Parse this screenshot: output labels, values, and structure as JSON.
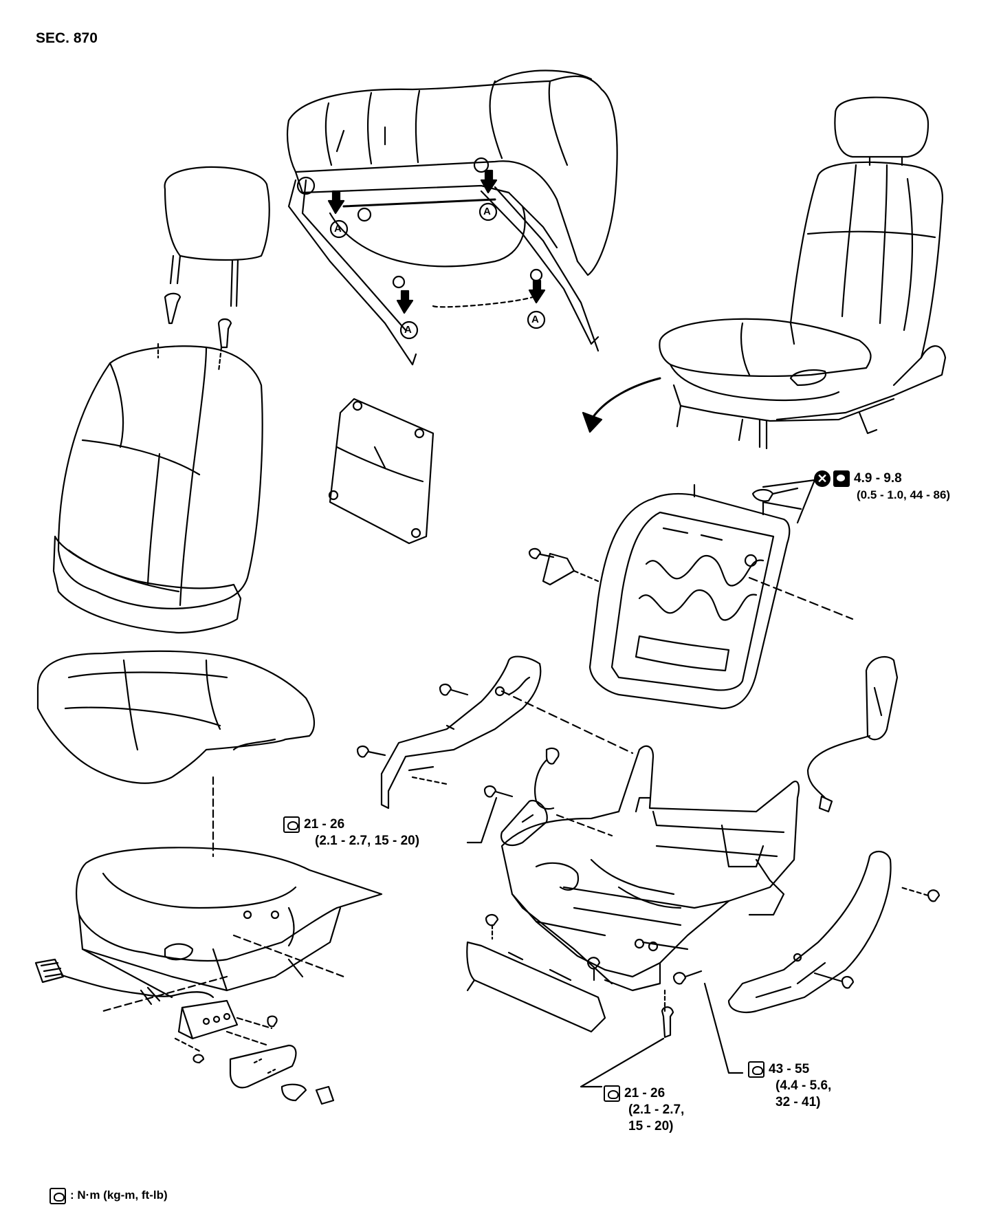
{
  "section": "SEC. 870",
  "callout_letter": "A",
  "torque_labels": {
    "nut": {
      "line1": "4.9 - 9.8",
      "line2": "(0.5 - 1.0, 44 - 86)"
    },
    "cushion_bolt": {
      "line1": "21 - 26",
      "line2": "(2.1 - 2.7, 15 - 20)"
    },
    "recliner_bolt": {
      "line1": "43 - 55",
      "line2": "(4.4 - 5.6,",
      "line3": "32 - 41)"
    },
    "rail_bolt": {
      "line1": "21 - 26",
      "line2": "(2.1 - 2.7,",
      "line3": "15 - 20)"
    }
  },
  "legend": {
    "text": ": N·m (kg-m, ft-lb)"
  }
}
